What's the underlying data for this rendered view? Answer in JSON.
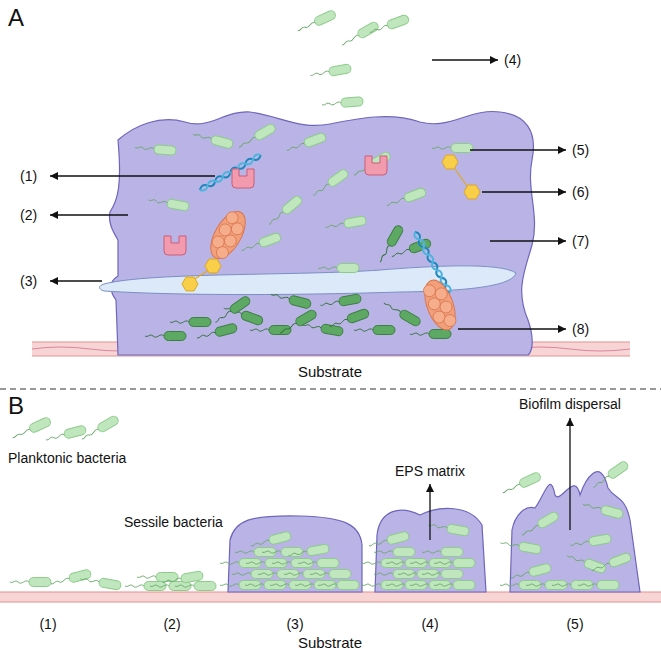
{
  "diagram": {
    "labels": [
      "A",
      "(1)",
      "(2)",
      "(3)",
      "(4)",
      "(5)",
      "(6)",
      "(7)",
      "(8)",
      "Substrate",
      "B",
      "Planktonic bacteria",
      "Sessile bacteria",
      "EPS matrix",
      "Biofilm dispersal",
      "(1)",
      "(2)",
      "(3)",
      "(4)",
      "(5)",
      "Substrate"
    ]
  }
}
